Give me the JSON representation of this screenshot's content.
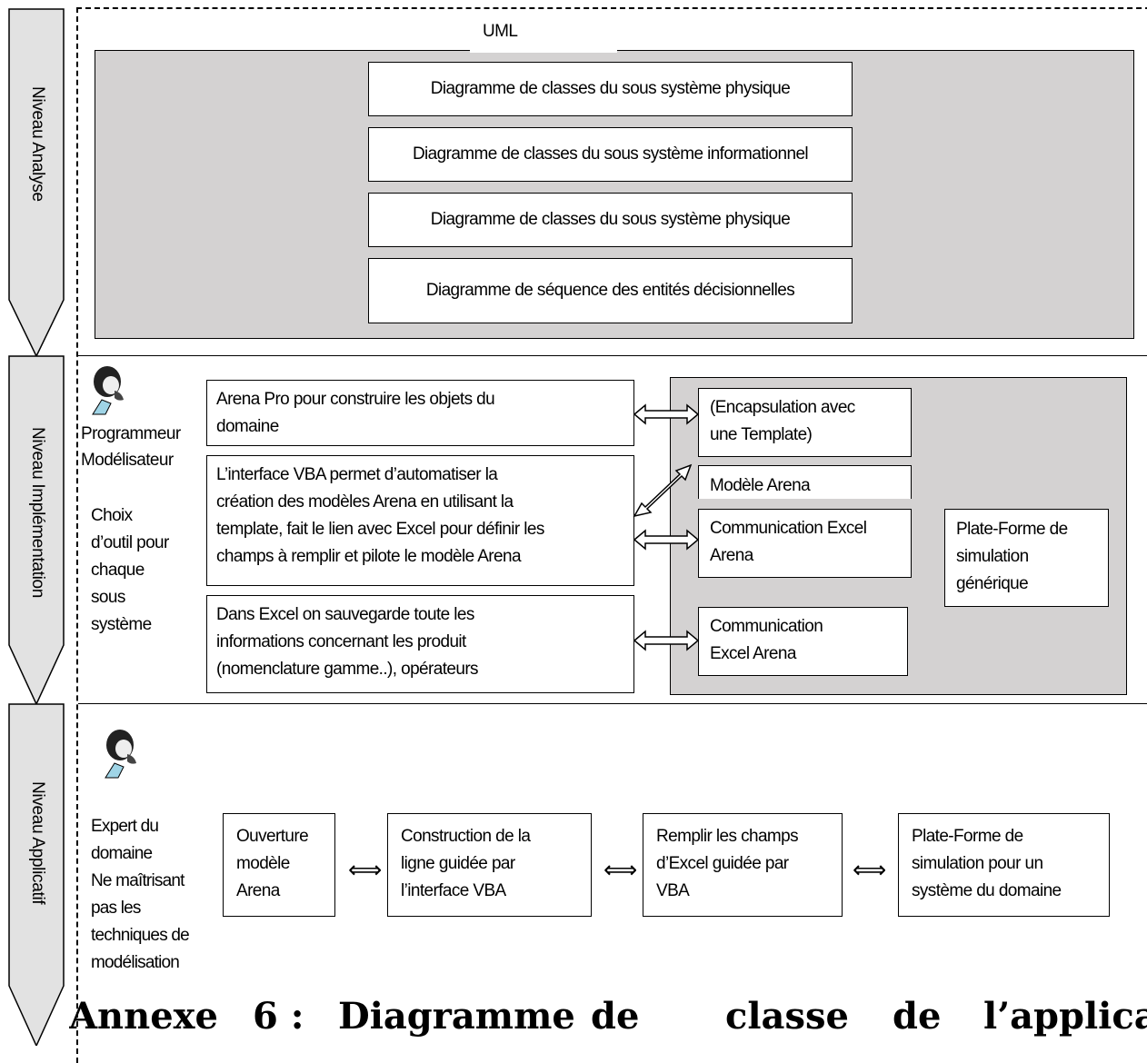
{
  "levels": {
    "analyse": "Niveau Analyse",
    "implementation": "Niveau Implémentation",
    "applicatif": "Niveau Applicatif"
  },
  "analyse": {
    "uml_label": "UML",
    "boxes": [
      "Diagramme de classes du sous système physique",
      "Diagramme de classes du sous système informationnel",
      "Diagramme de classes du sous système physique",
      "Diagramme de séquence des entités décisionnelles"
    ]
  },
  "implementation": {
    "actor_line1": "Programmeur",
    "actor_line2": "Modélisateur",
    "choice": [
      "Choix",
      "d’outil pour",
      "chaque",
      "sous",
      "système"
    ],
    "left_boxes": [
      [
        "Arena Pro pour construire les objets du",
        "domaine"
      ],
      [
        "L’interface VBA permet d’automatiser la",
        "création des modèles Arena en utilisant la",
        "template, fait le lien avec Excel pour définir les",
        "champs à remplir et pilote le modèle Arena"
      ],
      [
        "Dans Excel on sauvegarde toute les",
        "informations concernant les produit",
        "(nomenclature gamme..), opérateurs"
      ]
    ],
    "right_boxes": {
      "encapsulation": [
        "(Encapsulation avec",
        "une Template)"
      ],
      "modele": "Modèle Arena",
      "comm1": [
        "Communication Excel",
        "Arena"
      ],
      "comm2": [
        "Communication",
        "Excel Arena"
      ],
      "platform": [
        "Plate-Forme de",
        "simulation",
        "générique"
      ]
    }
  },
  "applicatif": {
    "actor": [
      "Expert du",
      "domaine",
      "Ne maîtrisant",
      "pas les",
      "techniques de",
      "modélisation"
    ],
    "steps": [
      [
        "Ouverture",
        "modèle",
        "Arena"
      ],
      [
        "Construction de la",
        "ligne guidée par",
        "l’interface VBA"
      ],
      [
        "Remplir les champs",
        "d’Excel guidée par",
        "VBA"
      ],
      [
        "Plate-Forme de",
        "simulation pour un",
        "système du domaine"
      ]
    ],
    "arrow_glyph": "⟺"
  },
  "caption": {
    "w1": "Annexe",
    "w2": "6 :",
    "w3": "Diagramme",
    "w4": "de",
    "w5": "classe",
    "w6": "de",
    "w7": "l’application"
  }
}
